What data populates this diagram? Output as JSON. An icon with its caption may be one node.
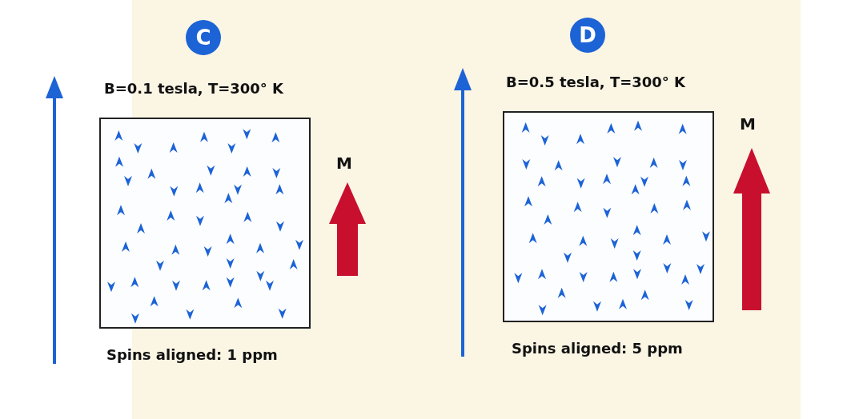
{
  "diagram": {
    "nodes": [
      {
        "text": [
          "C"
        ]
      },
      {
        "text": [
          "D"
        ]
      }
    ],
    "labels": [
      "B=0.1 tesla, T=300° K",
      "M",
      "Spins aligned: 1 ppm",
      "B=0.5 tesla, T=300° K",
      "M",
      "Spins aligned: 5 ppm"
    ]
  }
}
